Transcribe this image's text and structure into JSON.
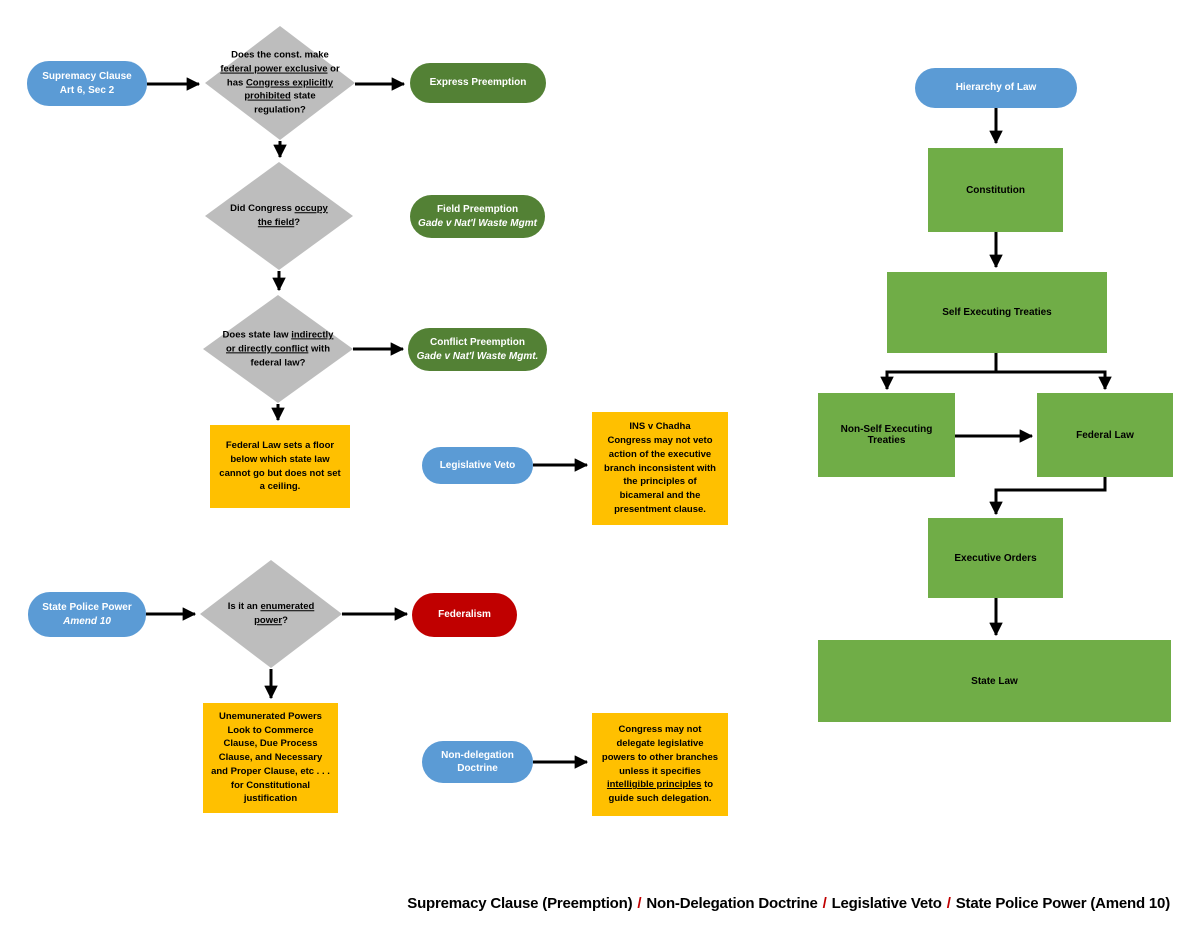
{
  "palette": {
    "blue": "#5B9BD5",
    "green_pill": "#538135",
    "green_box": "#70AD47",
    "yellow": "#FFC000",
    "red": "#C00000",
    "gray": "#BDBDBD",
    "arrow": "#000000"
  },
  "preemption_flow": {
    "start": {
      "line1": "Supremacy Clause",
      "line2": "Art 6, Sec 2"
    },
    "diamond1": {
      "t1": "Does the const. make ",
      "u1": "federal power exclusive",
      "t2": " or has ",
      "u2": "Congress explicitly prohibited",
      "t3": " state regulation?"
    },
    "express": {
      "label": "Express Preemption"
    },
    "diamond2": {
      "t1": "Did Congress ",
      "u1": "occupy the field",
      "t2": "?"
    },
    "field": {
      "label": "Field Preemption",
      "case": "Gade v Nat'l Waste Mgmt"
    },
    "diamond3": {
      "t1": "Does state law ",
      "u1": "indirectly or directly conflict",
      "t2": " with federal law?"
    },
    "conflict": {
      "label": "Conflict Preemption",
      "case": "Gade v Nat'l Waste Mgmt."
    },
    "floor_note": "Federal Law sets a floor below which state law cannot go but does not set a ceiling."
  },
  "legislative_veto": {
    "pill": "Legislative Veto",
    "note_title": "INS v Chadha",
    "note_body": "Congress may not veto action of the executive branch inconsistent with the principles of bicameral and the presentment clause."
  },
  "police_power_flow": {
    "start": {
      "line1": "State Police Power",
      "line2": "Amend 10"
    },
    "diamond": {
      "t1": "Is it an ",
      "u1": "enumerated power",
      "t2": "?"
    },
    "federalism": "Federalism",
    "unenumerated": {
      "line1": "Unemunerated Powers",
      "body": "Look to Commerce Clause, Due Process Clause, and Necessary and Proper Clause, etc . . . for Constitutional justification"
    }
  },
  "non_delegation": {
    "pill_line1": "Non-delegation",
    "pill_line2": "Doctrine",
    "note": {
      "t1": "Congress may not delegate legislative powers to other branches unless it specifies ",
      "u1": "intelligible principles",
      "t2": " to guide such delegation."
    }
  },
  "hierarchy": {
    "title": "Hierarchy of Law",
    "levels": [
      "Constitution",
      "Self Executing Treaties",
      "Non-Self Executing Treaties",
      "Federal Law",
      "Executive Orders",
      "State Law"
    ]
  },
  "caption": {
    "items": [
      "Supremacy Clause (Preemption)",
      "Non-Delegation Doctrine",
      "Legislative Veto",
      "State Police Power (Amend 10)"
    ],
    "separator": "/"
  }
}
